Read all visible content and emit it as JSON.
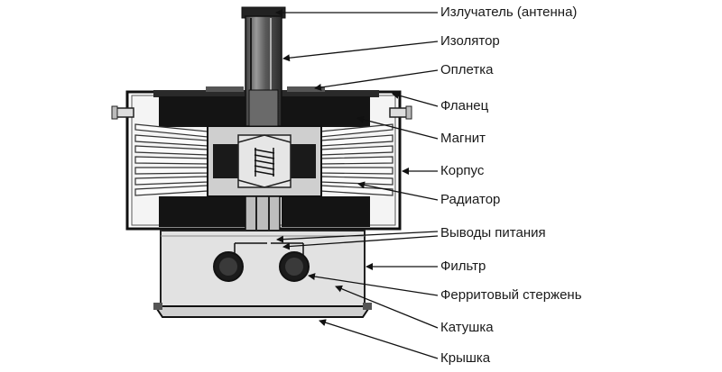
{
  "diagram": {
    "labels": [
      {
        "id": "emitter",
        "text": "Излучатель (антенна)"
      },
      {
        "id": "insulator",
        "text": "Изолятор"
      },
      {
        "id": "braid",
        "text": "Оплетка"
      },
      {
        "id": "flange",
        "text": "Фланец"
      },
      {
        "id": "magnet",
        "text": "Магнит"
      },
      {
        "id": "housing",
        "text": "Корпус"
      },
      {
        "id": "radiator",
        "text": "Радиатор"
      },
      {
        "id": "power-leads",
        "text": "Выводы питания"
      },
      {
        "id": "filter",
        "text": "Фильтр"
      },
      {
        "id": "ferrite-rod",
        "text": "Ферритовый стержень"
      },
      {
        "id": "coil",
        "text": "Катушка"
      },
      {
        "id": "cover",
        "text": "Крышка"
      }
    ]
  }
}
